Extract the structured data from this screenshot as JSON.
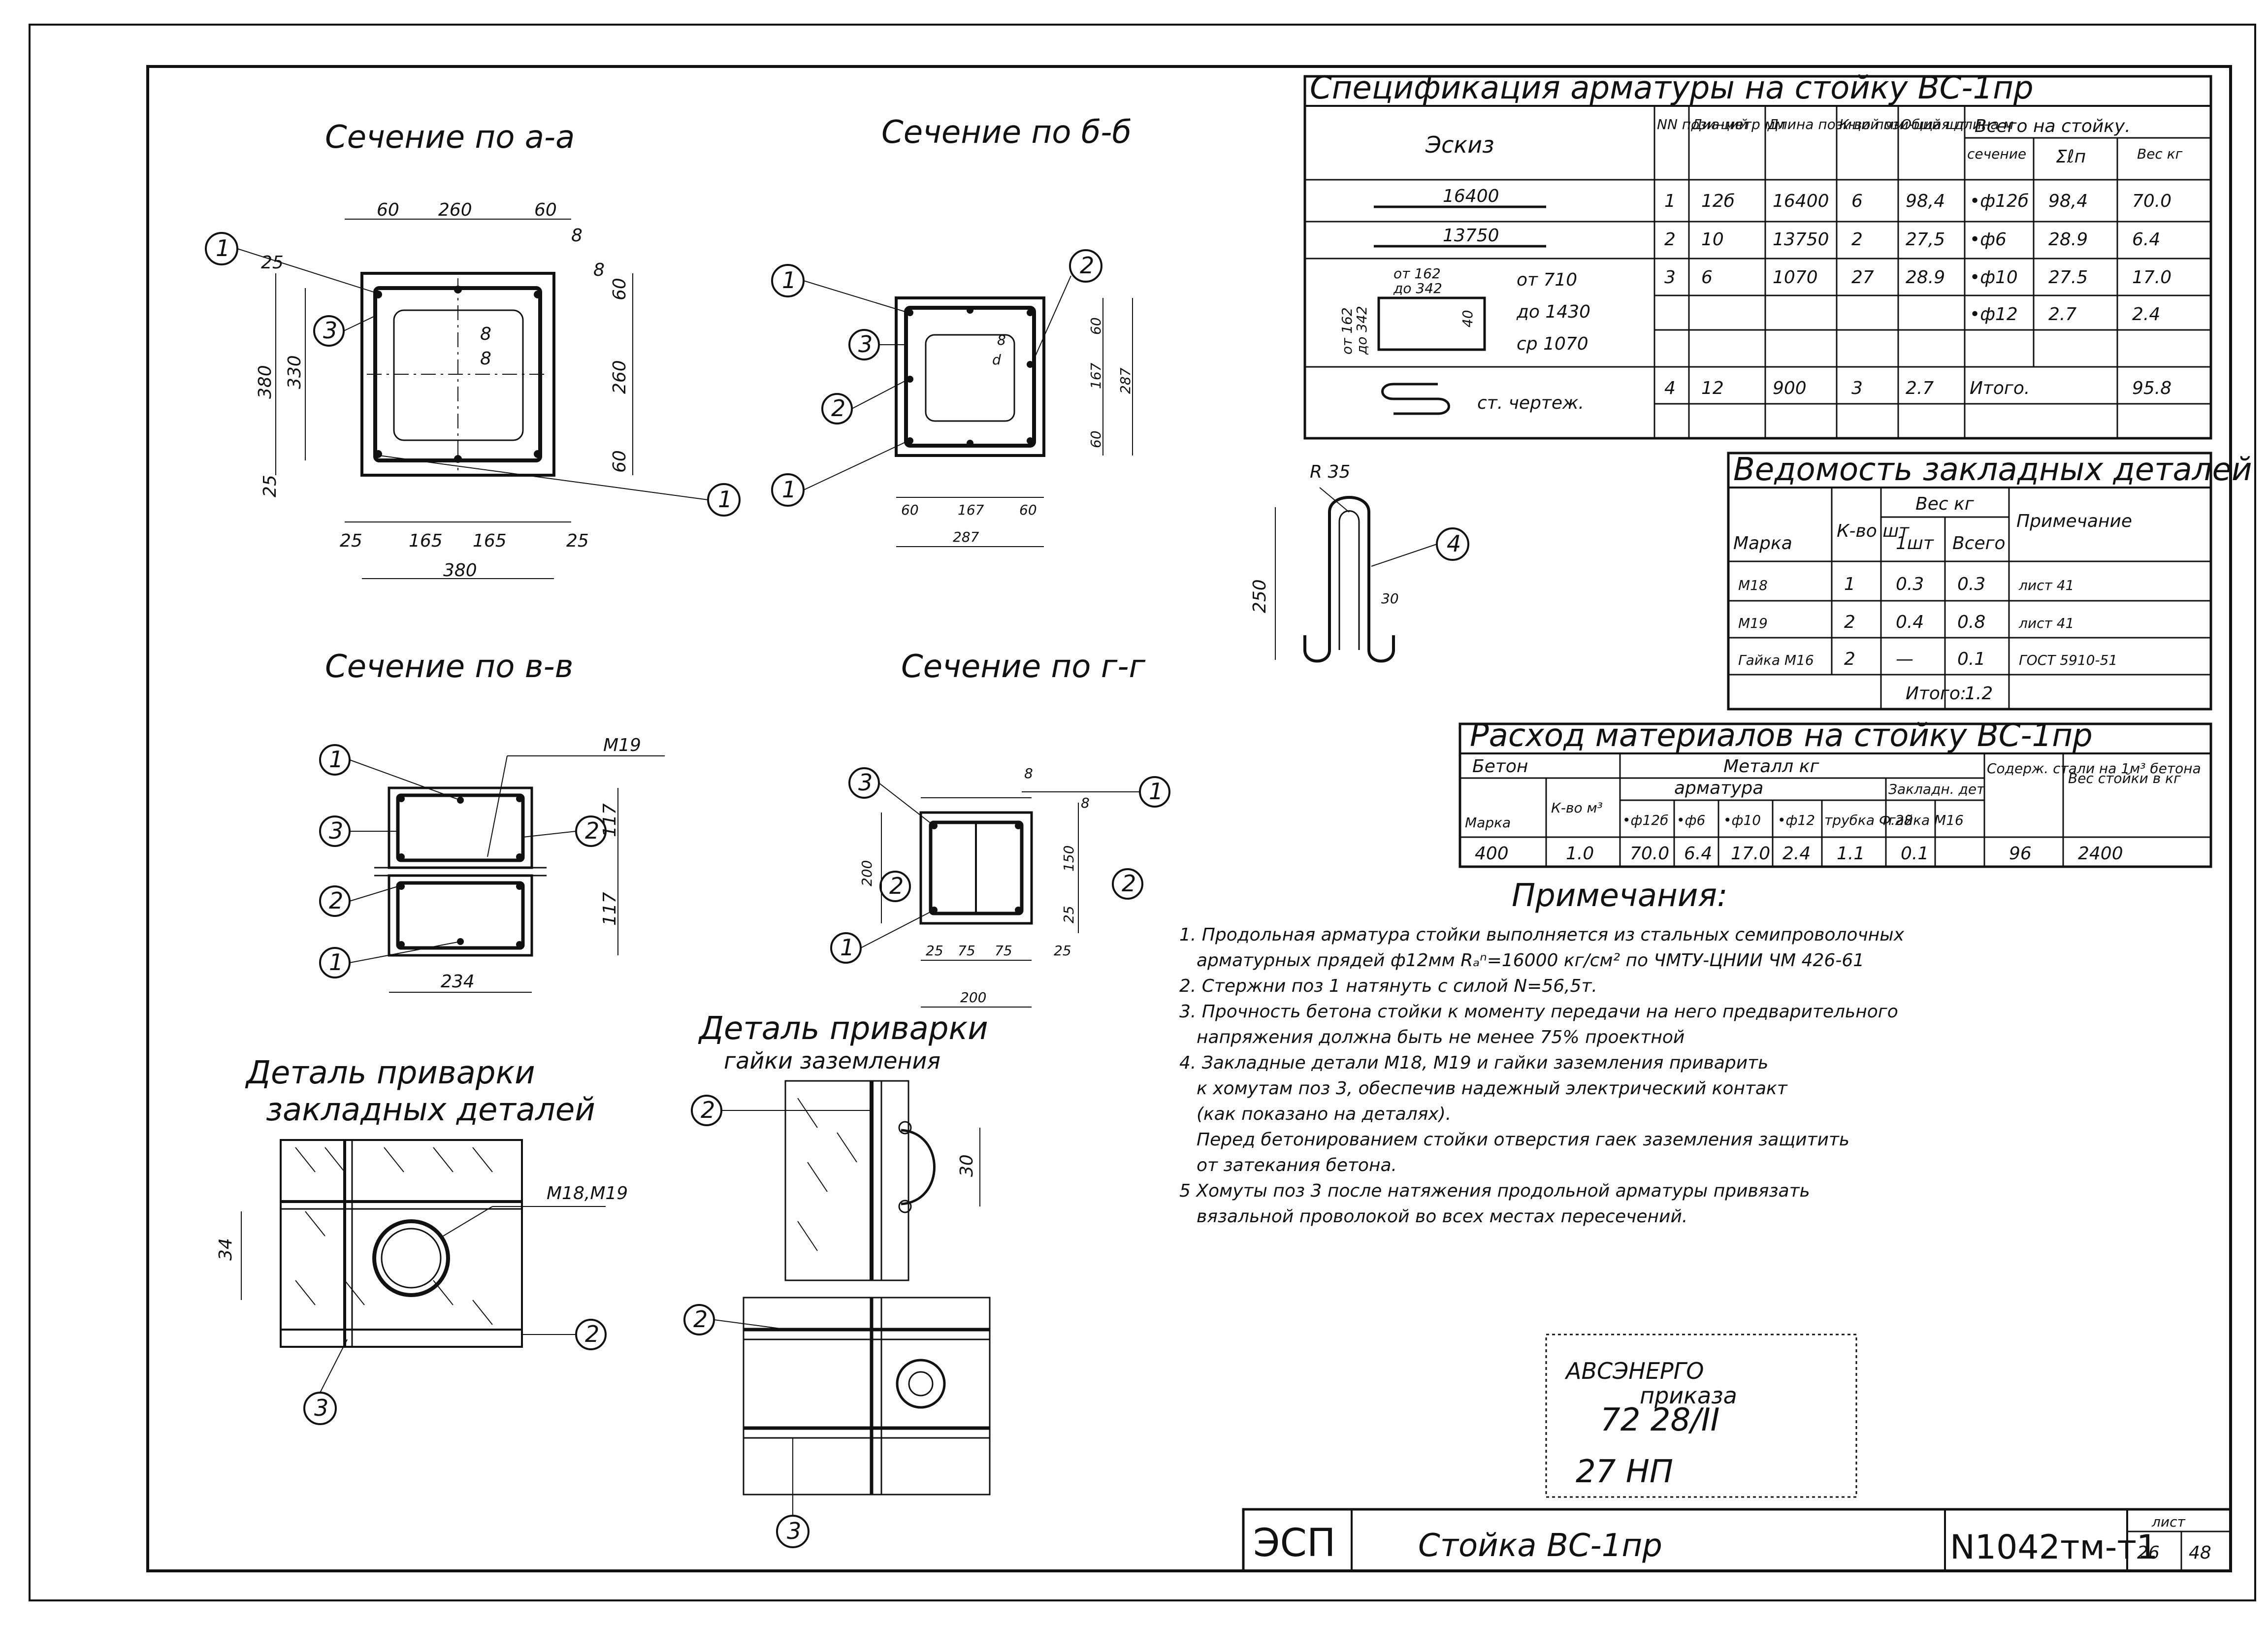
{
  "sections": {
    "aa": {
      "title": "Сечение по а-а",
      "dims": [
        "60",
        "260",
        "60",
        "8",
        "8",
        "25",
        "60",
        "380",
        "330",
        "260",
        "60",
        "25",
        "25",
        "165",
        "165",
        "25",
        "380",
        "8",
        "8"
      ],
      "callouts": [
        "1",
        "3",
        "1"
      ]
    },
    "bb": {
      "title": "Сечение по б-б",
      "dims": [
        "60",
        "167",
        "60",
        "287",
        "60",
        "167",
        "60",
        "287",
        "8",
        "d"
      ],
      "callouts": [
        "1",
        "3",
        "2",
        "1",
        "2"
      ]
    },
    "vv": {
      "title": "Сечение по в-в",
      "dims": [
        "117",
        "117",
        "234"
      ],
      "marker": "M19",
      "callouts": [
        "1",
        "3",
        "2",
        "1",
        "2"
      ]
    },
    "gg": {
      "title": "Сечение по г-г",
      "dims": [
        "8",
        "8",
        "200",
        "150",
        "25",
        "25",
        "75",
        "75",
        "25",
        "200"
      ],
      "callouts": [
        "3",
        "1",
        "2",
        "1",
        "2"
      ]
    }
  },
  "details": {
    "embedded": {
      "title": "Деталь приварки закладных деталей",
      "marker": "M18,M19",
      "dim": "34",
      "callouts": [
        "2",
        "3"
      ]
    },
    "nut": {
      "title": "Деталь приварки гайки заземления",
      "dim": "30",
      "callouts": [
        "2",
        "2",
        "3"
      ]
    },
    "hook": {
      "radius": "R 35",
      "dim1": "250",
      "dim2": "30",
      "callout": "4"
    }
  },
  "spec": {
    "title": "Спецификация арматуры на стойку ВС-1пр",
    "headers": {
      "sketch": "Эскиз",
      "pos": "NN пози-ций",
      "dia": "Диа-метр мм",
      "len": "Длина позиций мм",
      "qty": "К-во пози-ций шт",
      "total_len": "Общая длина м",
      "group": "Всего на стойку.",
      "section": "сечение",
      "sum": "Σℓп",
      "weight": "Вес кг"
    },
    "sketch_labels": [
      "16400",
      "13750",
      "от 162",
      "до 342",
      "от 162",
      "до 342",
      "40",
      "от 710",
      "до 1430",
      "ср 1070",
      "ст. чертеж."
    ],
    "rows": [
      [
        "1",
        "12б",
        "16400",
        "6",
        "98,4",
        "•ф12б",
        "98,4",
        "70.0"
      ],
      [
        "2",
        "10",
        "13750",
        "2",
        "27,5",
        "•ф6",
        "28.9",
        "6.4"
      ],
      [
        "3",
        "6",
        "1070",
        "27",
        "28.9",
        "•ф10",
        "27.5",
        "17.0"
      ],
      [
        "",
        "",
        "",
        "",
        "",
        "•ф12",
        "2.7",
        "2.4"
      ],
      [
        "4",
        "12",
        "900",
        "3",
        "2.7",
        "Итого.",
        "",
        "95.8"
      ]
    ]
  },
  "embedded_parts": {
    "title": "Ведомость закладных деталей",
    "headers": [
      "Марка",
      "К-во шт",
      "Вес кг",
      "1шт",
      "Всего",
      "Примечание"
    ],
    "rows": [
      [
        "M18",
        "1",
        "0.3",
        "0.3",
        "лист 41"
      ],
      [
        "M19",
        "2",
        "0.4",
        "0.8",
        "лист 41"
      ],
      [
        "Гайка M16",
        "2",
        "—",
        "0.1",
        "ГОСТ 5910-51"
      ]
    ],
    "total_label": "Итого:",
    "total_value": "1.2"
  },
  "materials": {
    "title": "Расход материалов на стойку ВС-1пр",
    "headers": [
      "Бетон",
      "Металл кг",
      "Марка",
      "К-во м³",
      "арматура",
      "Закладн. дет",
      "•ф12б",
      "•ф6",
      "•ф10",
      "•ф12",
      "трубка Ф.28",
      "гайка М16",
      "Содерж. стали на 1м³ бетона",
      "Вес стойки в кг"
    ],
    "row": [
      "400",
      "1.0",
      "70.0",
      "6.4",
      "17.0",
      "2.4",
      "1.1",
      "0.1",
      "96",
      "2400"
    ]
  },
  "notes": {
    "title": "Примечания:",
    "lines": [
      "1. Продольная арматура стойки выполняется из стальных семипроволочных",
      "арматурных прядей ф12мм Rₐⁿ=16000 кг/см² по ЧМТУ-ЦНИИ ЧМ 426-61",
      "2. Стержни поз 1 натянуть с силой N=56,5т.",
      "3. Прочность бетона стойки к моменту передачи на него предварительного",
      "напряжения должна быть не менее 75% проектной",
      "4. Закладные детали М18, М19 и гайки заземления приварить",
      "к хомутам поз 3, обеспечив надежный электрический контакт",
      "(как показано на деталях).",
      "Перед бетонированием стойки отверстия гаек заземления защитить",
      "от затекания бетона.",
      "5 Хомуты поз 3 после натяжения продольной арматуры привязать",
      "вязальной проволокой во всех местах пересечений."
    ]
  },
  "stamp": {
    "lines": [
      "АВСЭНЕРГО",
      "приказа",
      "72 28/II",
      "27 НП"
    ]
  },
  "title_block": {
    "org": "ЭСП",
    "name": "Стойка ВС-1пр",
    "code": "N1042тм-т1",
    "sheet_label": "лист",
    "sheet": "26",
    "sheets": "48"
  }
}
